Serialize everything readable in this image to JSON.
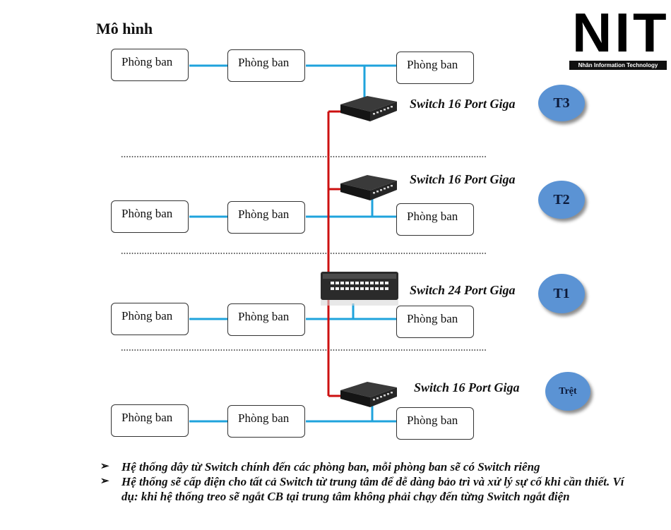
{
  "title": "Mô hình",
  "logo": {
    "text": "NIT",
    "subtitle": "Nhân Information Technology"
  },
  "box_label": "Phòng ban",
  "switches": {
    "t3": "Switch 16 Port Giga",
    "t2": "Switch 16 Port Giga",
    "t1": "Switch 24 Port Giga",
    "tret": "Switch 16 Port Giga"
  },
  "floors": {
    "t3": "T3",
    "t2": "T2",
    "t1": "T1",
    "tret": "Trệt"
  },
  "notes": [
    "Hệ thống dây từ Switch chính đến các phòng ban, mỗi phòng ban sẽ có Switch riêng",
    "Hệ thống sẽ cấp điện cho tất cả Switch từ trung tâm để dễ dàng bảo trì và xử lý sự cố khi cần thiết. Ví dụ: khi hệ thống treo sẽ ngắt CB tại trung tâm không phải chạy đến từng Switch ngắt điện"
  ],
  "colors": {
    "data_cable": "#1fa3dc",
    "power_cable": "#cc1010",
    "floor_circle": "#5b93d4"
  },
  "icons": {
    "bullet": "arrow-bullet-icon",
    "switch": "network-switch-icon"
  }
}
